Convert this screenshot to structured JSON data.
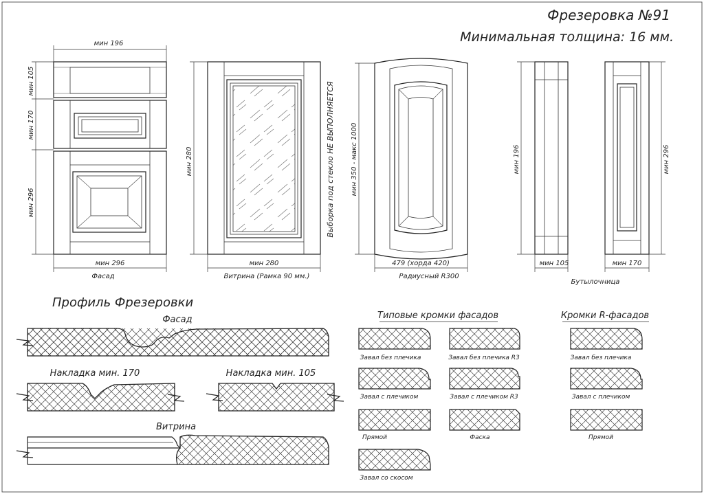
{
  "header": {
    "title": "Фрезеровка №91",
    "subtitle": "Минимальная толщина: 16 мм."
  },
  "facade": {
    "dim_top": "мин 196",
    "dim_left_1": "мин 105",
    "dim_left_2": "мин 170",
    "dim_left_3": "мин 296",
    "dim_bottom": "мин 296",
    "caption": "Фасад"
  },
  "vitrina": {
    "dim_left": "мин 280",
    "dim_bottom": "мин 280",
    "caption": "Витрина (Рамка 90 мм.)",
    "side_note": "Выборка под стекло НЕ ВЫПОЛНЯЕТСЯ"
  },
  "radius": {
    "dim_left": "мин 350 - макс 1000",
    "dim_bottom": "479 (хорда 420)",
    "caption": "Радиусный R300"
  },
  "bottle": {
    "dim_left_1": "мин 196",
    "dim_left_2": "мин 296",
    "dim_bottom_1": "мин 105",
    "dim_bottom_2": "мин 170",
    "caption": "Бутылочница"
  },
  "profiles": {
    "heading": "Профиль Фрезеровки",
    "facade_label": "Фасад",
    "overlay170_label": "Накладка мин. 170",
    "overlay105_label": "Накладка мин. 105",
    "vitrina_label": "Витрина"
  },
  "edges_typical": {
    "heading": "Типовые кромки фасадов",
    "items": [
      "Завал без плечика",
      "Завал без плечика R3",
      "Завал с плечиком",
      "Завал с плечиком R3",
      "Прямой",
      "Фаска",
      "Завал со скосом"
    ]
  },
  "edges_r": {
    "heading": "Кромки R-фасадов",
    "items": [
      "Завал без плечика",
      "Завал с плечиком",
      "Прямой"
    ]
  }
}
